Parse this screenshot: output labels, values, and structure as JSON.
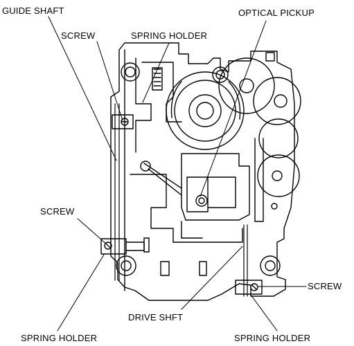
{
  "labels": {
    "guide_shaft": "GUIDE SHAFT",
    "screw_top": "SCREW",
    "spring_holder_top": "SPRING HOLDER",
    "optical_pickup": "OPTICAL PICKUP",
    "screw_left": "SCREW",
    "screw_right": "SCREW",
    "drive_shaft": "DRIVE SHFT",
    "spring_holder_bottom_left": "SPRING HOLDER",
    "spring_holder_bottom_right": "SPRING HOLDER"
  }
}
